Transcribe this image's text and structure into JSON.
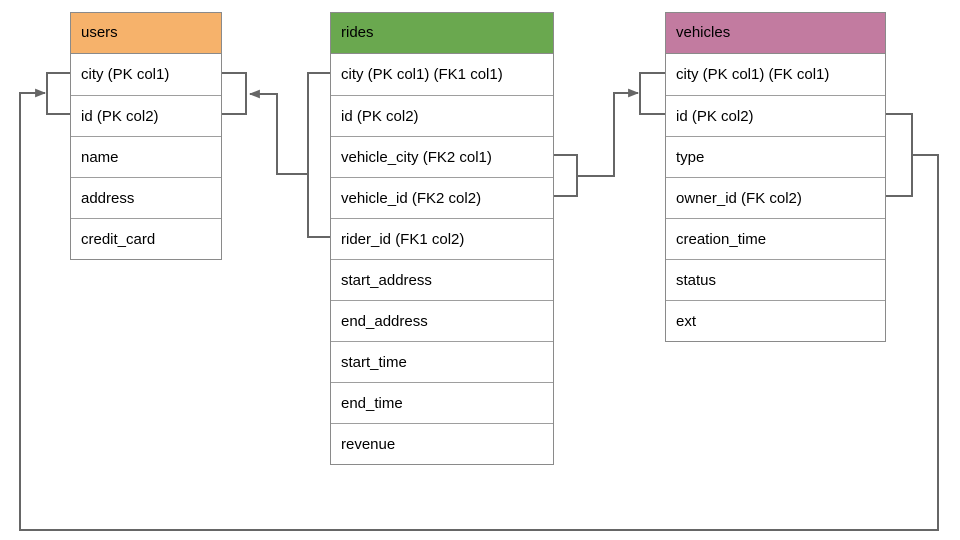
{
  "diagram": {
    "type": "database-schema",
    "line_color": "#666666",
    "border_color": "#9e9e9e",
    "tables": [
      {
        "name": "users",
        "header_color": "#f6b26b",
        "columns": [
          "city (PK col1)",
          "id (PK col2)",
          "name",
          "address",
          "credit_card"
        ]
      },
      {
        "name": "rides",
        "header_color": "#6aa84f",
        "columns": [
          "city (PK col1) (FK1 col1)",
          "id (PK col2)",
          "vehicle_city (FK2 col1)",
          "vehicle_id (FK2 col2)",
          "rider_id (FK1 col2)",
          "start_address",
          "end_address",
          "start_time",
          "end_time",
          "revenue"
        ]
      },
      {
        "name": "vehicles",
        "header_color": "#c27ba0",
        "columns": [
          "city (PK col1) (FK col1)",
          "id (PK col2)",
          "type",
          "owner_id (FK col2)",
          "creation_time",
          "status",
          "ext"
        ]
      }
    ],
    "relationships": [
      {
        "name": "FK1",
        "from_table": "rides",
        "from_columns": "city, rider_id",
        "to_table": "users",
        "to_columns": "city, id"
      },
      {
        "name": "FK2",
        "from_table": "rides",
        "from_columns": "vehicle_city, vehicle_id",
        "to_table": "vehicles",
        "to_columns": "city, id"
      },
      {
        "name": "FK",
        "from_table": "vehicles",
        "from_columns": "city, owner_id",
        "to_table": "users",
        "to_columns": "city, id"
      }
    ]
  }
}
